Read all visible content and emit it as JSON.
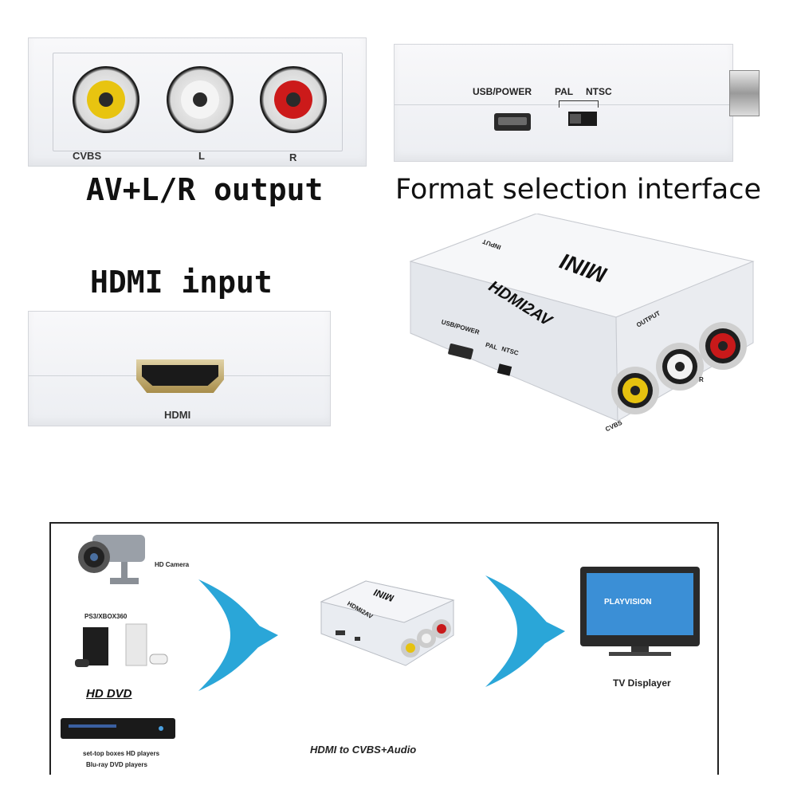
{
  "captions": {
    "av_output": "AV+L/R output",
    "format_selection": "Format selection interface",
    "hdmi_input": "HDMI input"
  },
  "av_panel": {
    "cvbs": "CVBS",
    "l": "L",
    "r": "R",
    "jack_colors": [
      "#e8c410",
      "#f0f0f0",
      "#cc1a1a"
    ]
  },
  "format_panel": {
    "usb_power": "USB/POWER",
    "pal": "PAL",
    "ntsc": "NTSC"
  },
  "hdmi_panel": {
    "hdmi": "HDMI"
  },
  "device_box": {
    "input": "INPUT",
    "mini": "MINI",
    "model": "HDMI2AV",
    "usb_power": "USB/POWER",
    "pal": "PAL",
    "ntsc": "NTSC",
    "output": "OUTPUT",
    "cvbs": "CVBS",
    "r": "R"
  },
  "diagram": {
    "sources": {
      "hd_camera": "HD Camera",
      "consoles": "PS3/XBOX360",
      "hd_dvd": "HD DVD",
      "players_line1": "set-top boxes HD players",
      "players_line2": "Blu-ray DVD players"
    },
    "converter_mini": "MINI",
    "converter_model": "HDMI2AV",
    "caption": "HDMI to CVBS+Audio",
    "tv_screen": "PLAYVISION",
    "tv_label": "TV Displayer",
    "arrow_color": "#2aa6d8"
  }
}
